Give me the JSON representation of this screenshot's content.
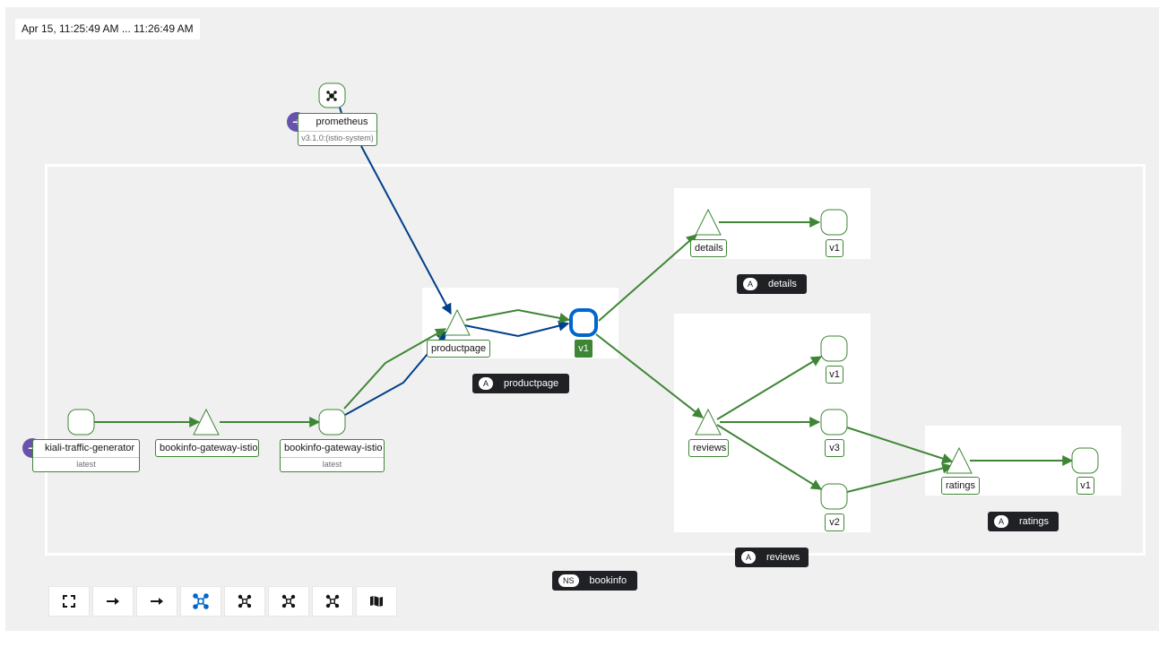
{
  "timestamp": "Apr 15, 11:25:49 AM ... 11:26:49 AM",
  "colors": {
    "edge_green": "#3e8635",
    "edge_blue": "#003f8a",
    "selected_node": "#0066cc",
    "service_badge": "#6753ac",
    "canvas_bg": "#f0f0f0"
  },
  "nodes": {
    "prometheus": {
      "name": "prometheus",
      "version": "v3.1.0:(istio-system)",
      "icon": "service-icon"
    },
    "kiali_traffic_generator": {
      "name": "kiali-traffic-generator",
      "version": "latest",
      "icon": "service-icon"
    },
    "gateway_service": {
      "name": "bookinfo-gateway-istio"
    },
    "gateway_workload": {
      "name": "bookinfo-gateway-istio",
      "version": "latest"
    },
    "productpage": {
      "name": "productpage",
      "version_label": "v1"
    },
    "details": {
      "name": "details",
      "version_label": "v1"
    },
    "reviews": {
      "name": "reviews",
      "versions": [
        "v1",
        "v3",
        "v2"
      ]
    },
    "ratings": {
      "name": "ratings",
      "version_label": "v1"
    }
  },
  "groups": {
    "details": {
      "tag": "A",
      "name": "details"
    },
    "productpage": {
      "tag": "A",
      "name": "productpage"
    },
    "reviews": {
      "tag": "A",
      "name": "reviews"
    },
    "ratings": {
      "tag": "A",
      "name": "ratings"
    },
    "namespace": {
      "tag": "NS",
      "name": "bookinfo"
    }
  },
  "toolbar": [
    {
      "name": "fit-to-screen-icon",
      "glyph": "⛶"
    },
    {
      "name": "layout-arrow-icon",
      "glyph": "→"
    },
    {
      "name": "layout-arrow-icon-2",
      "glyph": "→"
    },
    {
      "name": "layout-default-icon",
      "glyph": "topology",
      "active": true
    },
    {
      "name": "layout-1-icon",
      "glyph": "topology"
    },
    {
      "name": "layout-2-icon",
      "glyph": "topology"
    },
    {
      "name": "layout-3-icon",
      "glyph": "topology"
    },
    {
      "name": "legend-map-icon",
      "glyph": "map"
    }
  ]
}
